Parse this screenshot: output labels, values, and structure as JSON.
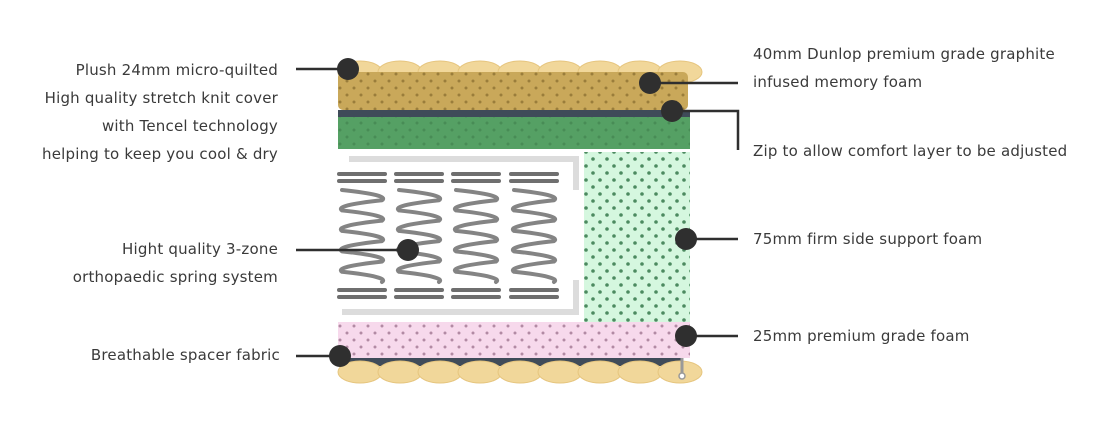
{
  "labels": {
    "quilted_cover": {
      "lines": [
        "Plush 24mm micro-quilted",
        "High quality stretch knit cover",
        "with Tencel technology",
        "helping to keep you cool & dry"
      ]
    },
    "spring_system": {
      "lines": [
        "Hight quality 3-zone",
        "orthopaedic spring system"
      ]
    },
    "spacer_fabric": {
      "lines": [
        "Breathable spacer fabric"
      ]
    },
    "memory_foam": {
      "lines": [
        "40mm Dunlop premium grade graphite",
        "infused memory foam"
      ]
    },
    "zip": {
      "lines": [
        "Zip to allow comfort layer to be adjusted"
      ]
    },
    "side_foam": {
      "lines": [
        "75mm firm side support foam"
      ]
    },
    "base_foam": {
      "lines": [
        "25mm premium grade foam"
      ]
    }
  },
  "colors": {
    "quilt": "#f1d79a",
    "quilt_edge": "#e6c57e",
    "memory_foam": "#c9a85a",
    "zip_band": "#3f4b59",
    "comfort_layer": "#55a064",
    "side_foam": "#d5f7df",
    "base_foam": "#f7d9ec",
    "spring": "#6f6f6f",
    "frame": "#dcdcdc",
    "marker": "#2f2f2f"
  }
}
